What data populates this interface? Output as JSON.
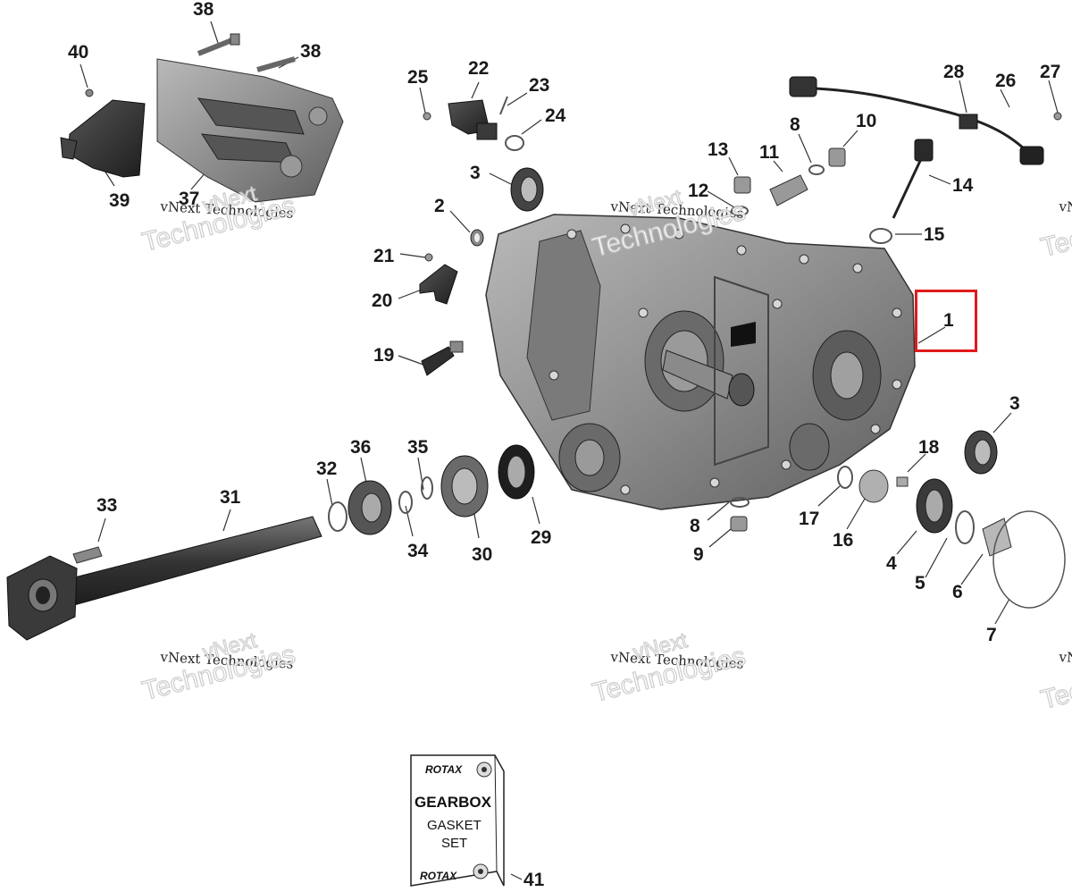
{
  "diagram": {
    "callouts": [
      "38",
      "38",
      "40",
      "39",
      "37",
      "25",
      "22",
      "23",
      "24",
      "3",
      "2",
      "21",
      "20",
      "19",
      "13",
      "11",
      "12",
      "8",
      "10",
      "14",
      "15",
      "28",
      "26",
      "27",
      "1",
      "3",
      "18",
      "17",
      "16",
      "8",
      "9",
      "4",
      "5",
      "6",
      "7",
      "36",
      "35",
      "32",
      "34",
      "30",
      "29",
      "31",
      "33",
      "41"
    ],
    "watermark": {
      "line1": "vNext Technologies",
      "line2": "vNext",
      "line3": "Technologies"
    },
    "kit": {
      "brand": "ROTAX",
      "title": "GEARBOX",
      "subtitle_1": "GASKET",
      "subtitle_2": "SET"
    },
    "colors": {
      "highlight": "#e01b1b",
      "parts": "#6e6e6e",
      "parts_dark": "#2a2a2a",
      "leader": "#333333"
    }
  }
}
